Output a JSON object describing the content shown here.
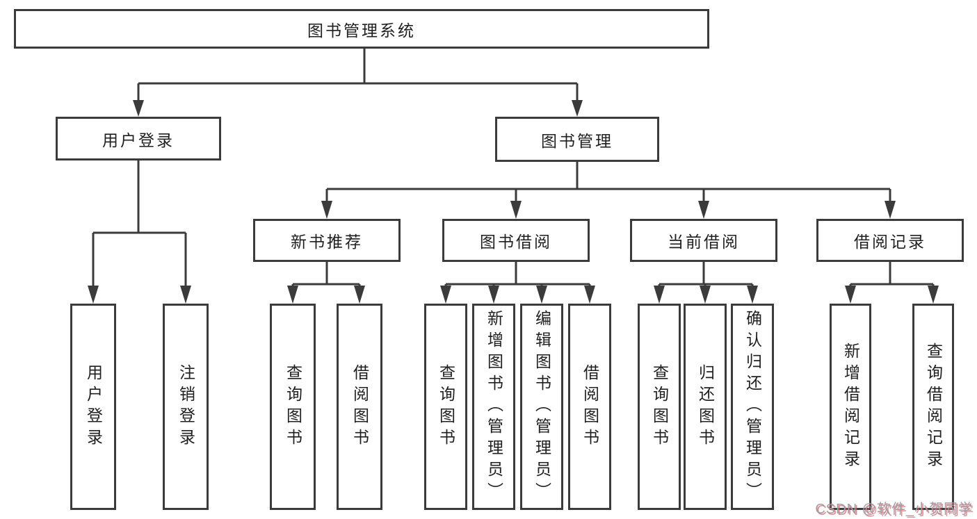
{
  "diagram": {
    "root": {
      "label": "图书管理系统"
    },
    "branches": [
      {
        "label": "用户登录",
        "children": [
          "用户登录",
          "注销登录"
        ]
      },
      {
        "label": "图书管理",
        "children": [
          {
            "label": "新书推荐",
            "children": [
              "查询图书",
              "借阅图书"
            ]
          },
          {
            "label": "图书借阅",
            "children": [
              "查询图书",
              "新增图书（管理员）",
              "编辑图书（管理员）",
              "借阅图书"
            ]
          },
          {
            "label": "当前借阅",
            "children": [
              "查询图书",
              "归还图书",
              "确认归还（管理员）"
            ]
          },
          {
            "label": "借阅记录",
            "children": [
              "新增借阅记录",
              "查询借阅记录"
            ]
          }
        ]
      }
    ],
    "watermark": "CSDN @软件_小贺同学",
    "colors": {
      "line": "#3b3b3b",
      "text": "#1f1f1f",
      "box_background": "#ffffff",
      "watermark": "#9a9ea6",
      "watermark_accent": "#e0565e"
    }
  }
}
